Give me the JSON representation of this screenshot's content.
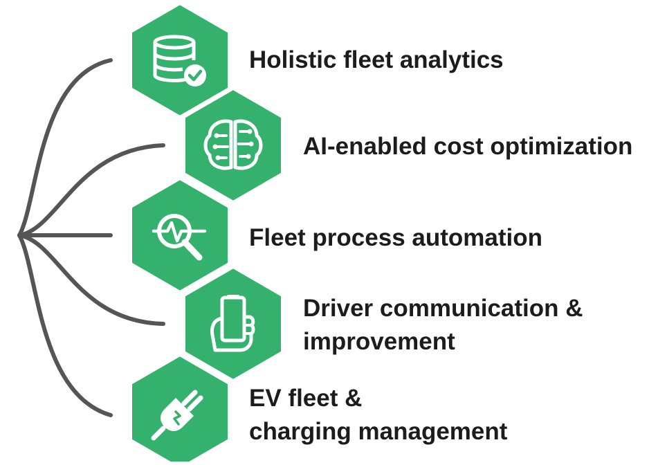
{
  "colors": {
    "hexagon": "#33b16d",
    "icon": "#ffffff",
    "connector": "#555555",
    "text": "#1c1c1c"
  },
  "items": [
    {
      "icon": "database-check-icon",
      "lines": [
        "Holistic fleet analytics"
      ]
    },
    {
      "icon": "brain-circuit-icon",
      "lines": [
        "AI-enabled cost optimization"
      ]
    },
    {
      "icon": "magnifier-pulse-icon",
      "lines": [
        "Fleet process automation"
      ]
    },
    {
      "icon": "phone-in-hand-icon",
      "lines": [
        "Driver communication &",
        "improvement"
      ]
    },
    {
      "icon": "ev-plug-icon",
      "lines": [
        "EV fleet &",
        "charging management"
      ]
    }
  ]
}
